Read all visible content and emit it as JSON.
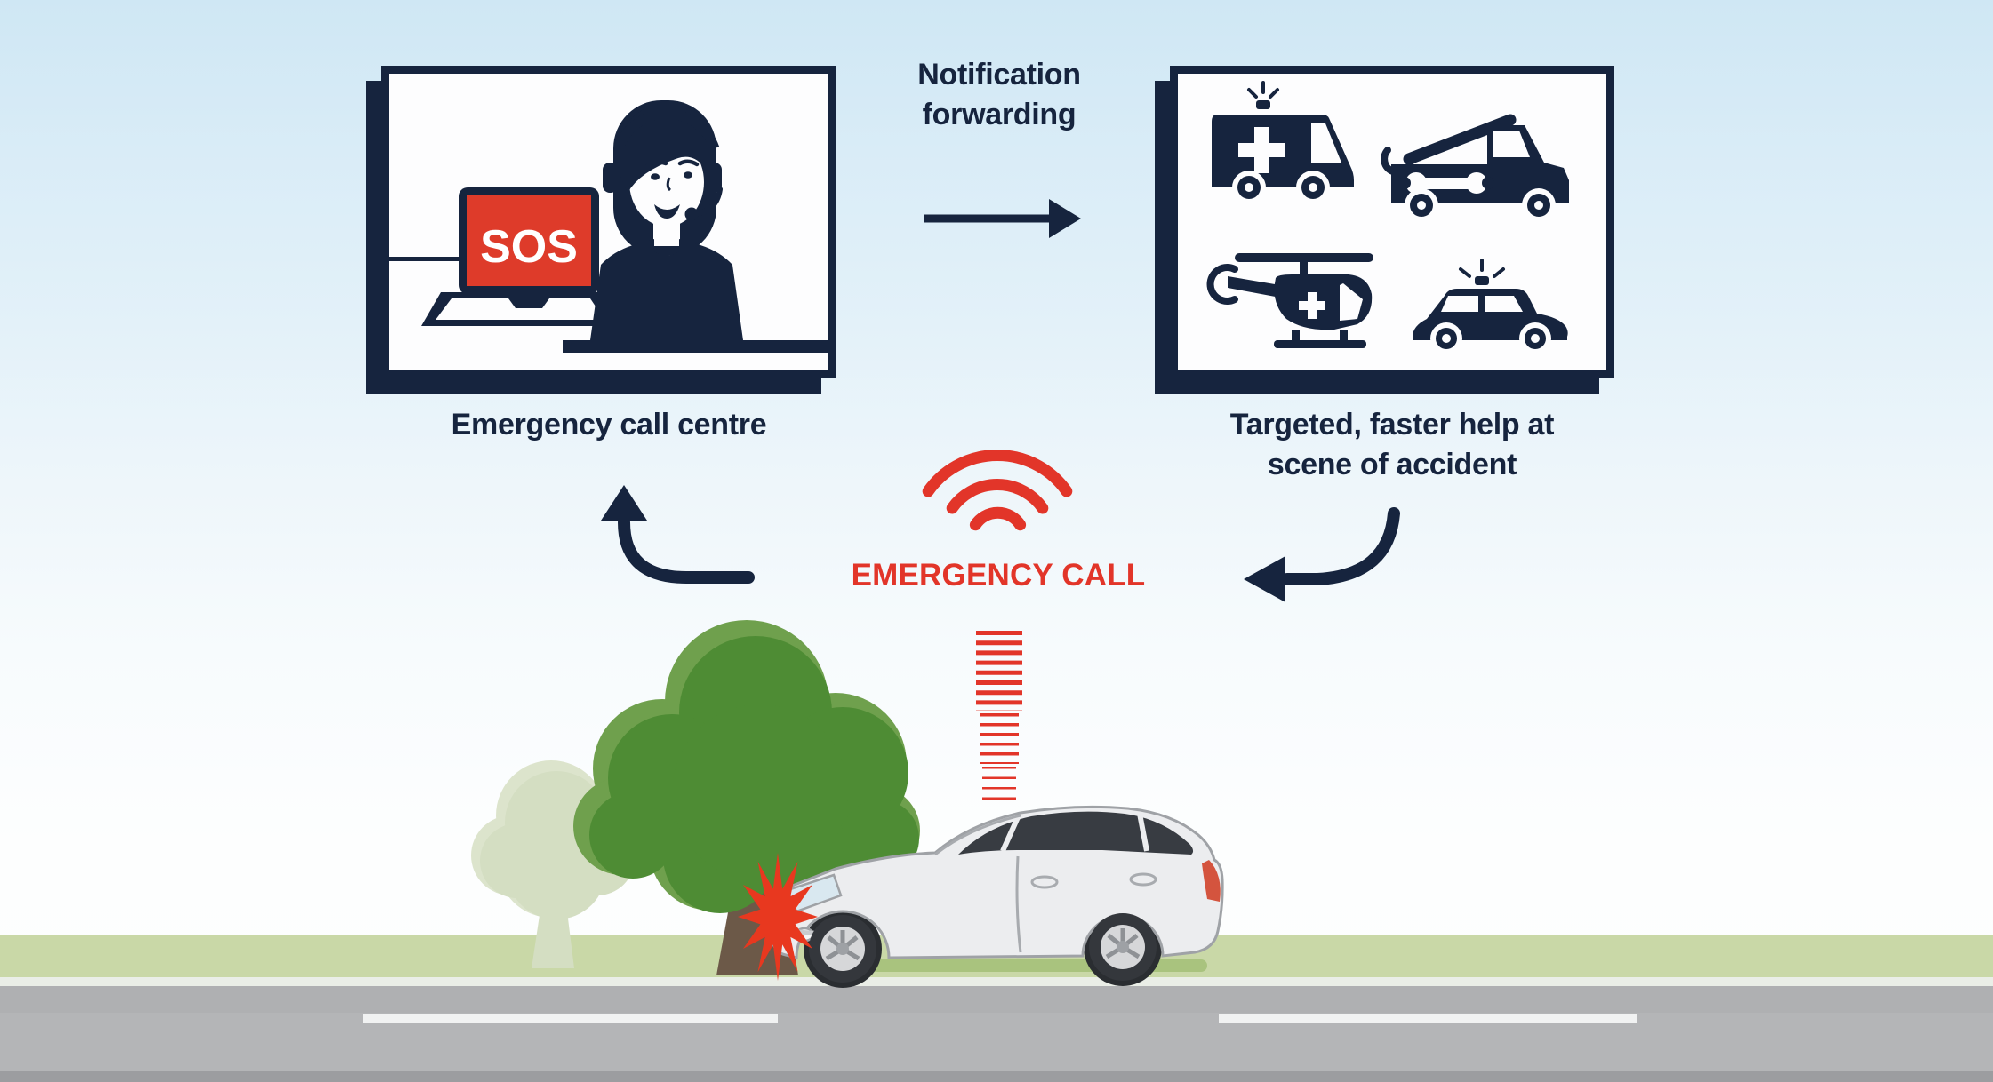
{
  "labels": {
    "notification_forwarding": "Notification forwarding",
    "emergency_call_centre": "Emergency call centre",
    "targeted_help": "Targeted, faster help at scene of accident",
    "emergency_call": "EMERGENCY CALL",
    "sos": "SOS"
  },
  "icons": {
    "left_panel": "call-centre-operator-with-sos-laptop",
    "right_panel_vehicles": [
      "ambulance",
      "tow-truck",
      "rescue-helicopter",
      "police-car"
    ],
    "signal": "wifi-signal-icon",
    "flow": [
      "arrow-right-icon",
      "curved-arrow-up-icon",
      "curved-arrow-left-icon"
    ],
    "scene": [
      "tree",
      "pale-tree",
      "crashed-car",
      "crash-starburst",
      "signal-beam",
      "grass",
      "road",
      "lane-markings"
    ]
  },
  "colors": {
    "navy": "#16243E",
    "red": "#E23529",
    "starburst_red": "#E8381F",
    "sos_screen_red": "#DE3B2A",
    "sky_top": "#CFE7F4",
    "tree_dark": "#4E8C34",
    "tree_light": "#6FA04D",
    "pale_tree": "#D4DEC2",
    "trunk_brown": "#6C5948",
    "grass_green": "#C9D8A7",
    "grass_shadow": "#A9C37E",
    "road_gray": "#B4B5B7",
    "lane_white": "#F1F2F2",
    "car_body": "#ECEDEF"
  }
}
